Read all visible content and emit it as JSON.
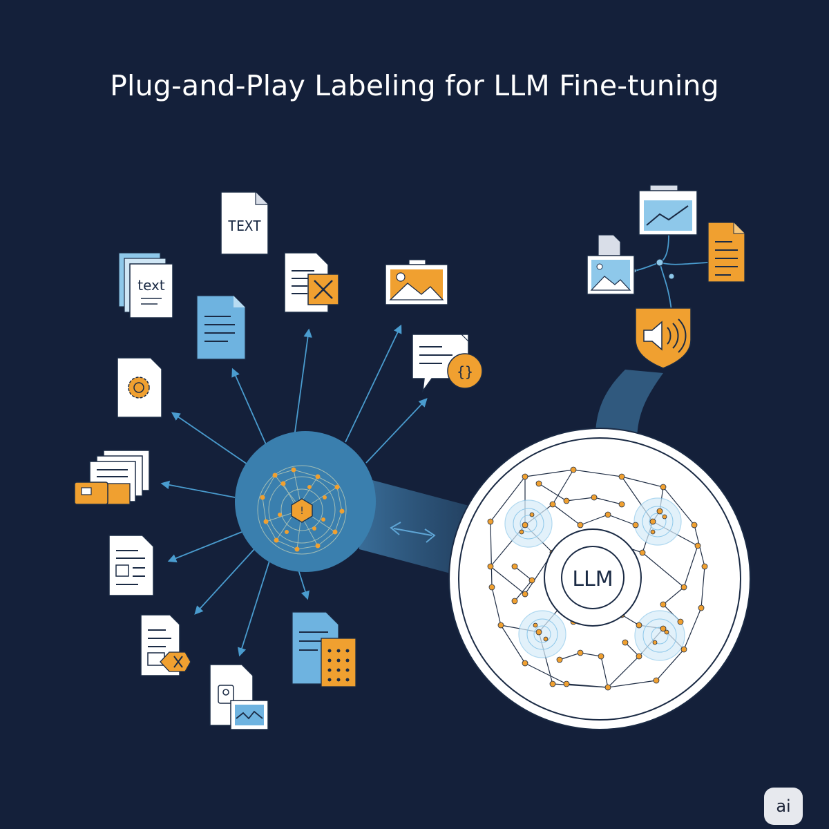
{
  "title": "Plug-and-Play Labeling for LLM Fine-tuning",
  "doc_labels": {
    "upper_text": "TEXT",
    "lower_text": "text"
  },
  "center_label": "LLM",
  "badge": "ai",
  "colors": {
    "background": "#14203a",
    "accent_orange": "#f0a030",
    "accent_blue": "#4a8fbf",
    "hub_blue": "#3a7fae",
    "light_blue": "#8ec8ea",
    "white": "#ffffff"
  },
  "icons": [
    "text-document-icon",
    "text-stack-icon",
    "document-icon",
    "document-x-icon",
    "image-icon",
    "chat-code-icon",
    "gear-document-icon",
    "card-stack-icon",
    "form-document-icon",
    "document-x-small-icon",
    "spreadsheet-document-icon",
    "image-document-icon",
    "chart-image-icon",
    "image-file-icon",
    "orange-document-icon",
    "audio-shield-icon"
  ]
}
